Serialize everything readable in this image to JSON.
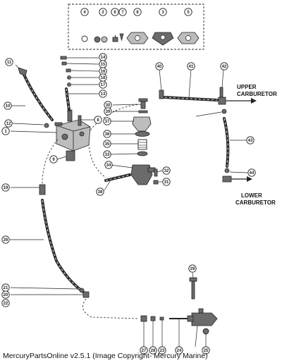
{
  "labels": {
    "upper_carburetor": [
      "UPPER",
      "CARBURETOR"
    ],
    "lower_carburetor": [
      "LOWER",
      "CARBURETOR"
    ]
  },
  "kit_callouts": [
    "4",
    "2",
    "6",
    "7",
    "8",
    "3",
    "5"
  ],
  "callouts": [
    "1",
    "9",
    "10",
    "11",
    "12",
    "13",
    "14",
    "15",
    "16",
    "17",
    "18",
    "19",
    "20",
    "21",
    "22",
    "23",
    "24",
    "25",
    "26",
    "27",
    "28",
    "29",
    "30",
    "31",
    "32",
    "33",
    "34",
    "35",
    "36",
    "37",
    "38",
    "39",
    "40",
    "41",
    "42",
    "43",
    "44"
  ],
  "footer": "MercuryPartsOnline v2.5.1 (Image Copyright- Mercury Marine)"
}
